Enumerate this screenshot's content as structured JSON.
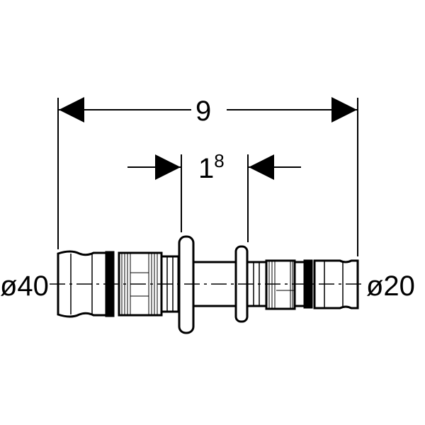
{
  "dimensions": {
    "overall_length": "9",
    "middle_length_main": "1",
    "middle_length_sup": "8"
  },
  "labels": {
    "left_diameter": "ø40",
    "right_diameter": "ø20"
  },
  "colors": {
    "line": "#000000",
    "background": "#ffffff"
  }
}
